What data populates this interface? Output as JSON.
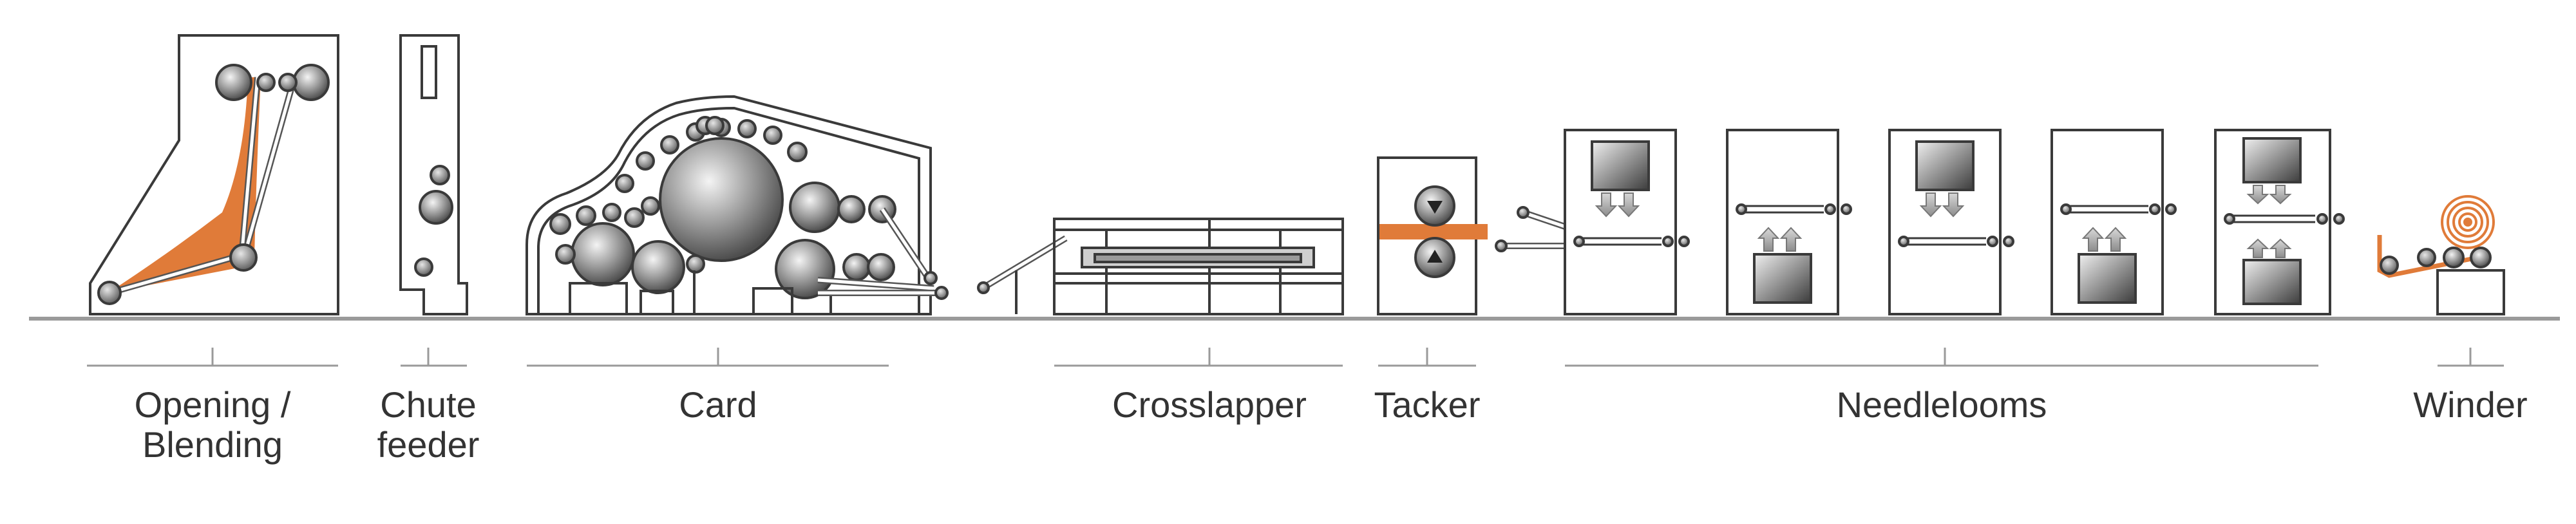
{
  "colors": {
    "line": "#3a3a3a",
    "baseline": "#9a9a9a",
    "fiber": "#e07b39",
    "roller": "#7a7a7a",
    "arrow": "#a5a5a5"
  },
  "stages": [
    {
      "id": "opening-blending",
      "label": "Opening /\nBlending"
    },
    {
      "id": "chute-feeder",
      "label": "Chute\nfeeder"
    },
    {
      "id": "card",
      "label": "Card"
    },
    {
      "id": "crosslapper",
      "label": "Crosslapper"
    },
    {
      "id": "tacker",
      "label": "Tacker"
    },
    {
      "id": "needlelooms",
      "label": "Needlelooms"
    },
    {
      "id": "winder",
      "label": "Winder"
    }
  ]
}
